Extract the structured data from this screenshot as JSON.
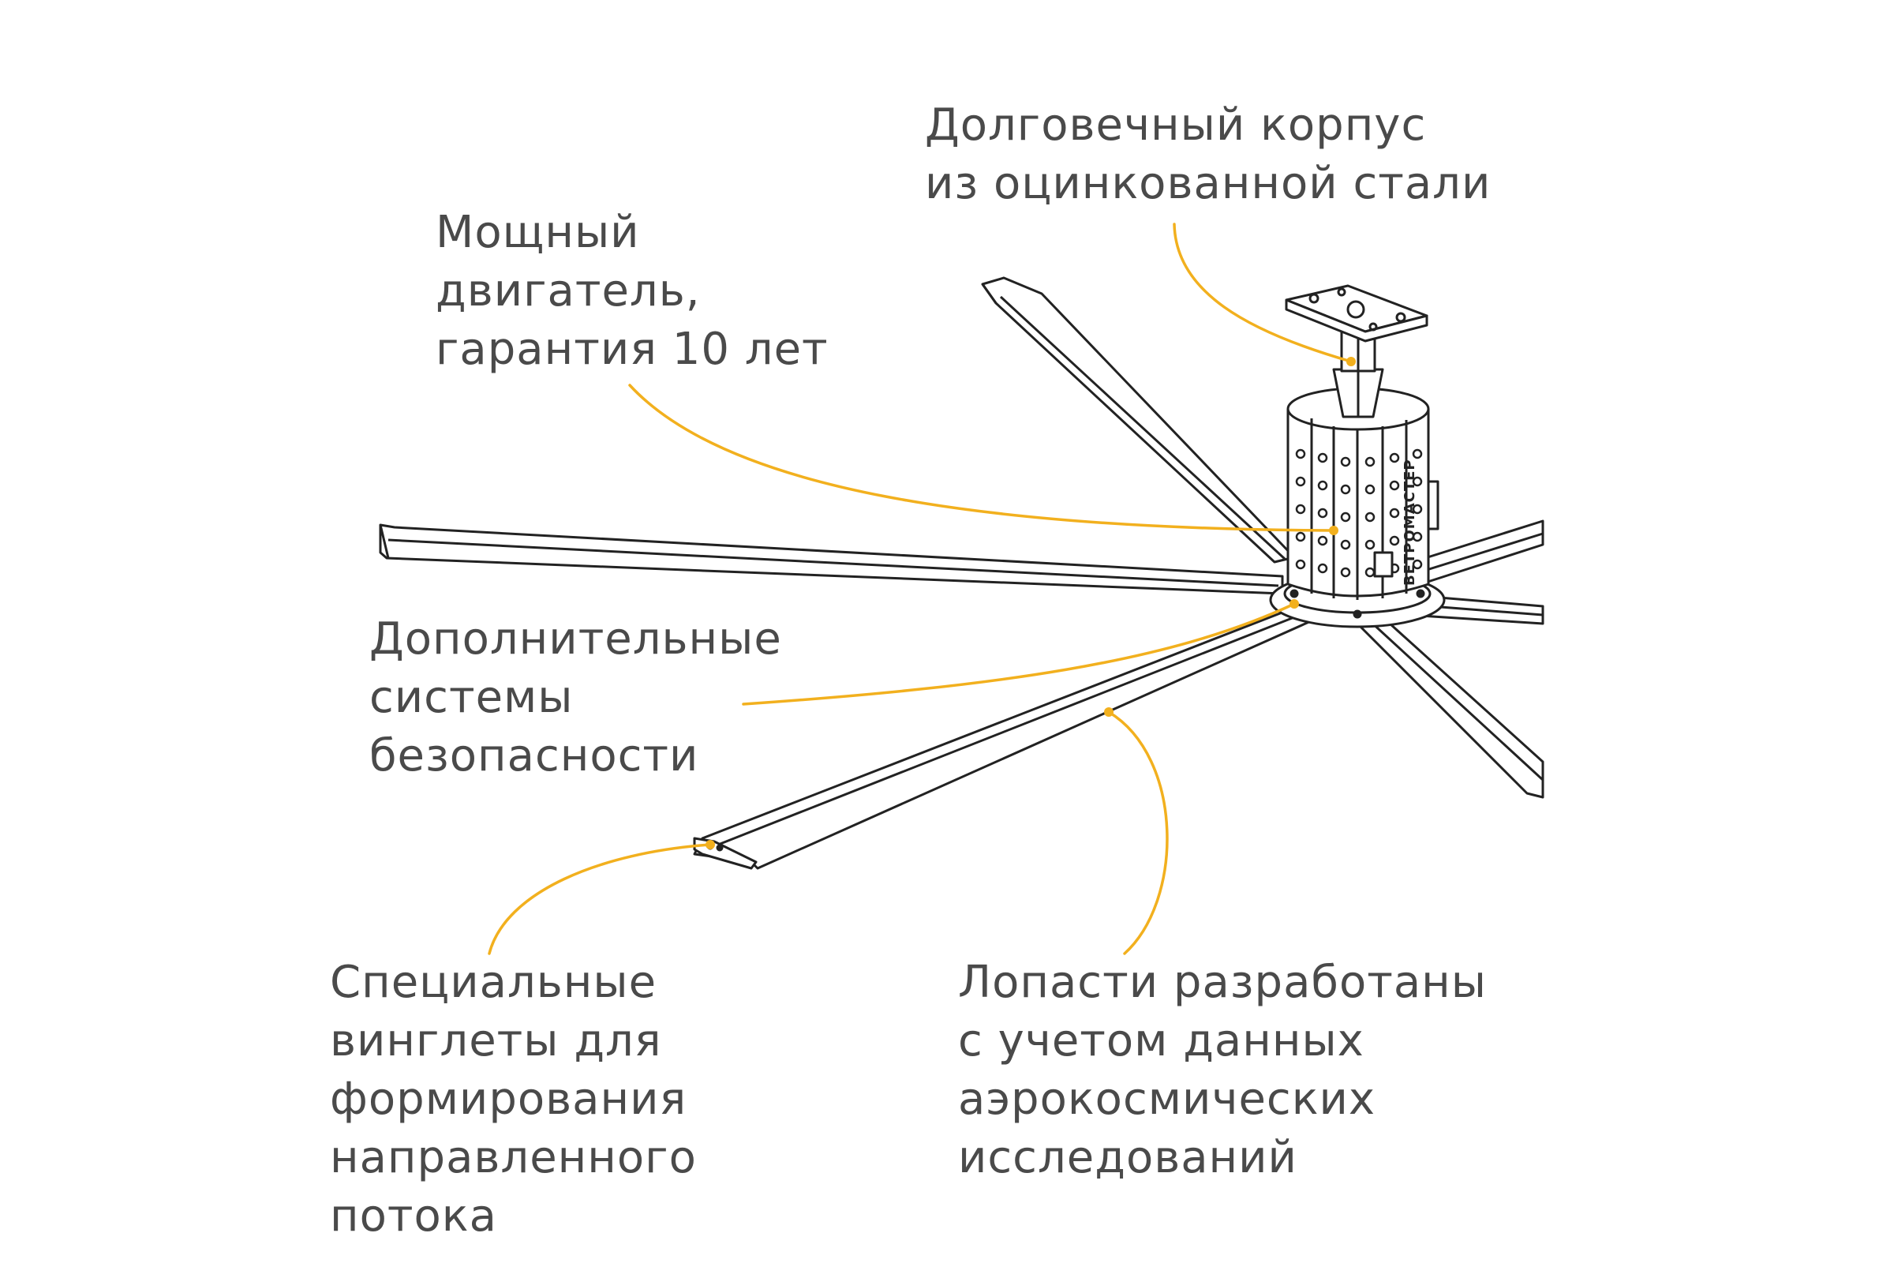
{
  "callouts": {
    "housing": {
      "lines": [
        "Долговечный корпус",
        "из оцинкованной стали"
      ]
    },
    "motor": {
      "lines": [
        "Мощный",
        "двигатель,",
        "гарантия 10 лет"
      ]
    },
    "safety": {
      "lines": [
        "Дополнительные",
        "системы",
        "безопасности"
      ]
    },
    "winglets": {
      "lines": [
        "Специальные",
        "винглеты для",
        "формирования",
        "направленного",
        "потока"
      ]
    },
    "blades": {
      "lines": [
        "Лопасти разработаны",
        "с учетом данных",
        "аэрокосмических",
        "исследований"
      ]
    }
  },
  "brand_label": "ВЕТРОМАСТЕР",
  "colors": {
    "leader": "#f2b01e",
    "text": "#4a4a4a",
    "drawing": "#222222"
  }
}
